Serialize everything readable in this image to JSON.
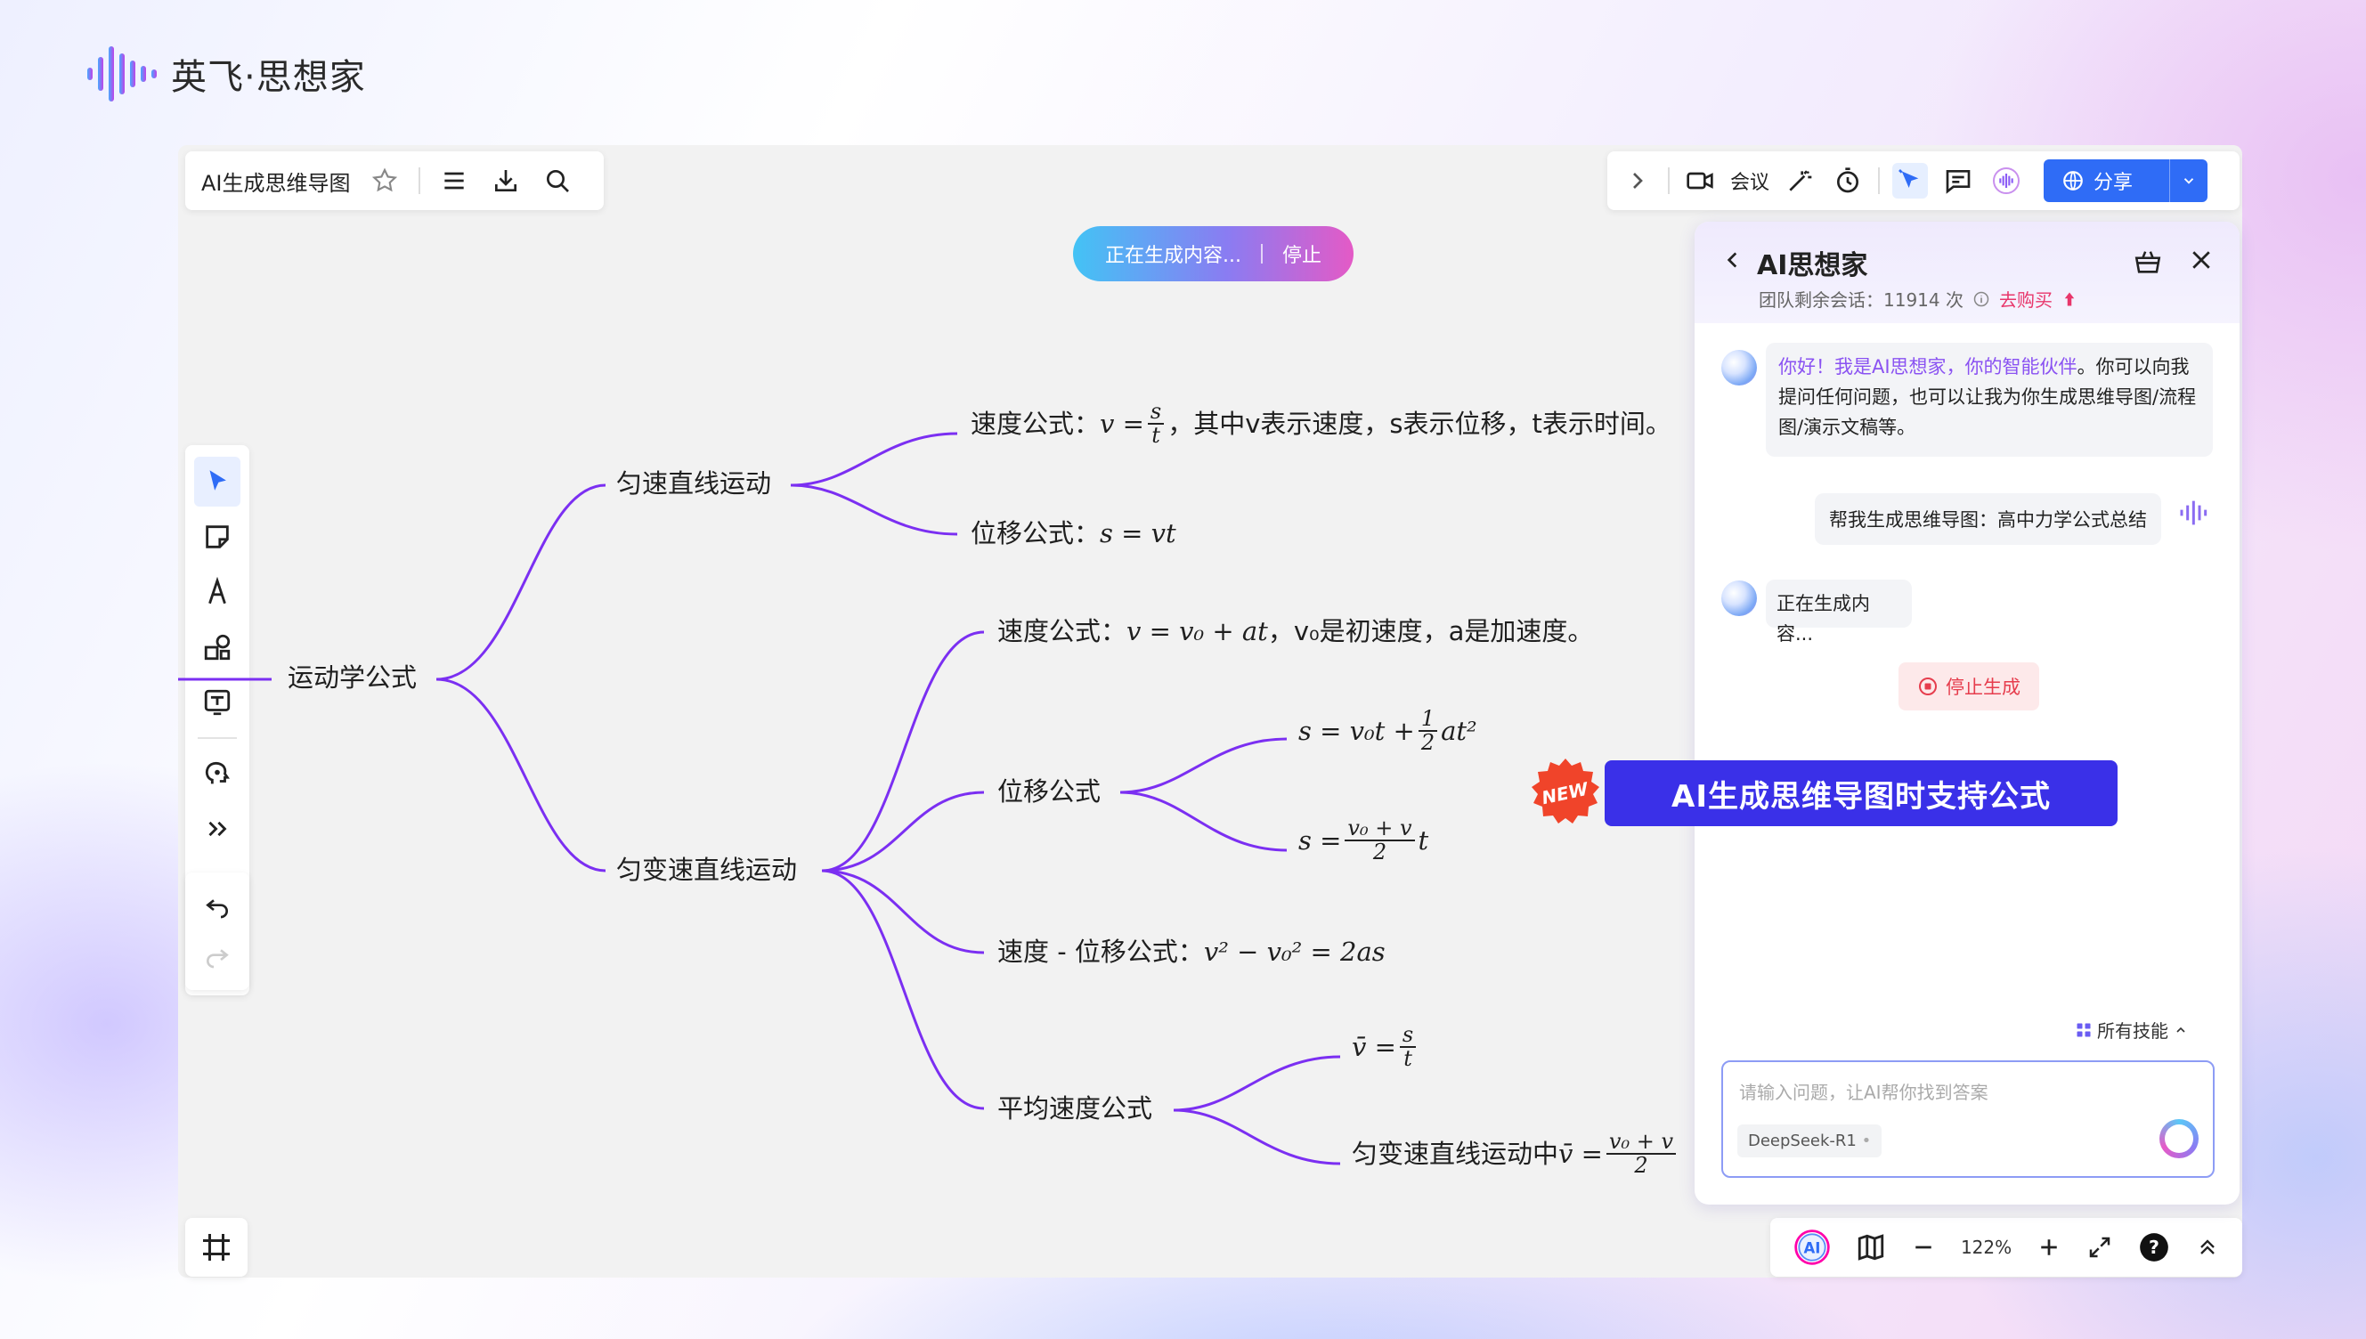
{
  "brand": {
    "name": "英飞·思想家"
  },
  "title_bar": {
    "doc_title": "AI生成思维导图"
  },
  "top_right": {
    "meeting_label": "会议",
    "share_label": "分享"
  },
  "gen_pill": {
    "status": "正在生成内容...",
    "stop": "停止"
  },
  "mindmap": {
    "root": "运动学公式",
    "uniform": "匀速直线运动",
    "accel": "匀变速直线运动",
    "u_speed_label": "速度公式：",
    "u_speed_lhs": "v =",
    "u_speed_num": "s",
    "u_speed_den": "t",
    "u_speed_text": "，其中v表示速度，s表示位移，t表示时间。",
    "u_disp": "位移公式：",
    "u_disp_math": "s = vt",
    "a_speed": "速度公式：",
    "a_speed_math": "v = v₀ + at",
    "a_speed_text": "，v₀是初速度，a是加速度。",
    "a_disp": "位移公式",
    "a_disp_f1_lhs": "s = v₀t +",
    "a_disp_f1_num": "1",
    "a_disp_f1_den": "2",
    "a_disp_f1_rhs": "at²",
    "a_disp_f2_lhs": "s =",
    "a_disp_f2_num": "v₀ + v",
    "a_disp_f2_den": "2",
    "a_disp_f2_rhs": "t",
    "a_vd": "速度 - 位移公式：",
    "a_vd_math": "v² − v₀² = 2as",
    "a_avg": "平均速度公式",
    "avg_f1_lhs": "v̄ =",
    "avg_f1_num": "s",
    "avg_f1_den": "t",
    "avg_f2_text": "匀变速直线运动中",
    "avg_f2_lhs": "v̄ =",
    "avg_f2_num": "v₀ + v",
    "avg_f2_den": "2"
  },
  "ai_panel": {
    "title": "AI思想家",
    "quota": "团队剩余会话：11914 次",
    "buy": "去购买",
    "greet_hi": "你好！我是AI思想家，你的智能伙伴",
    "greet_rest": "。你可以向我提问任何问题，也可以让我为你生成思维导图/流程图/演示文稿等。",
    "user_msg": "帮我生成思维导图：高中力学公式总结",
    "bot_status": "正在生成内容...",
    "stop_gen": "停止生成",
    "skills": "所有技能",
    "input_placeholder": "请输入问题，让AI帮你找到答案",
    "model": "DeepSeek-R1"
  },
  "promo": {
    "text": "AI生成思维导图时支持公式",
    "badge": "NEW"
  },
  "zoom": {
    "level": "122%"
  },
  "colors": {
    "branch": "#7b2ff2",
    "accent": "#2f6cf6",
    "promo": "#3a30e8",
    "badge": "#f0442a"
  }
}
